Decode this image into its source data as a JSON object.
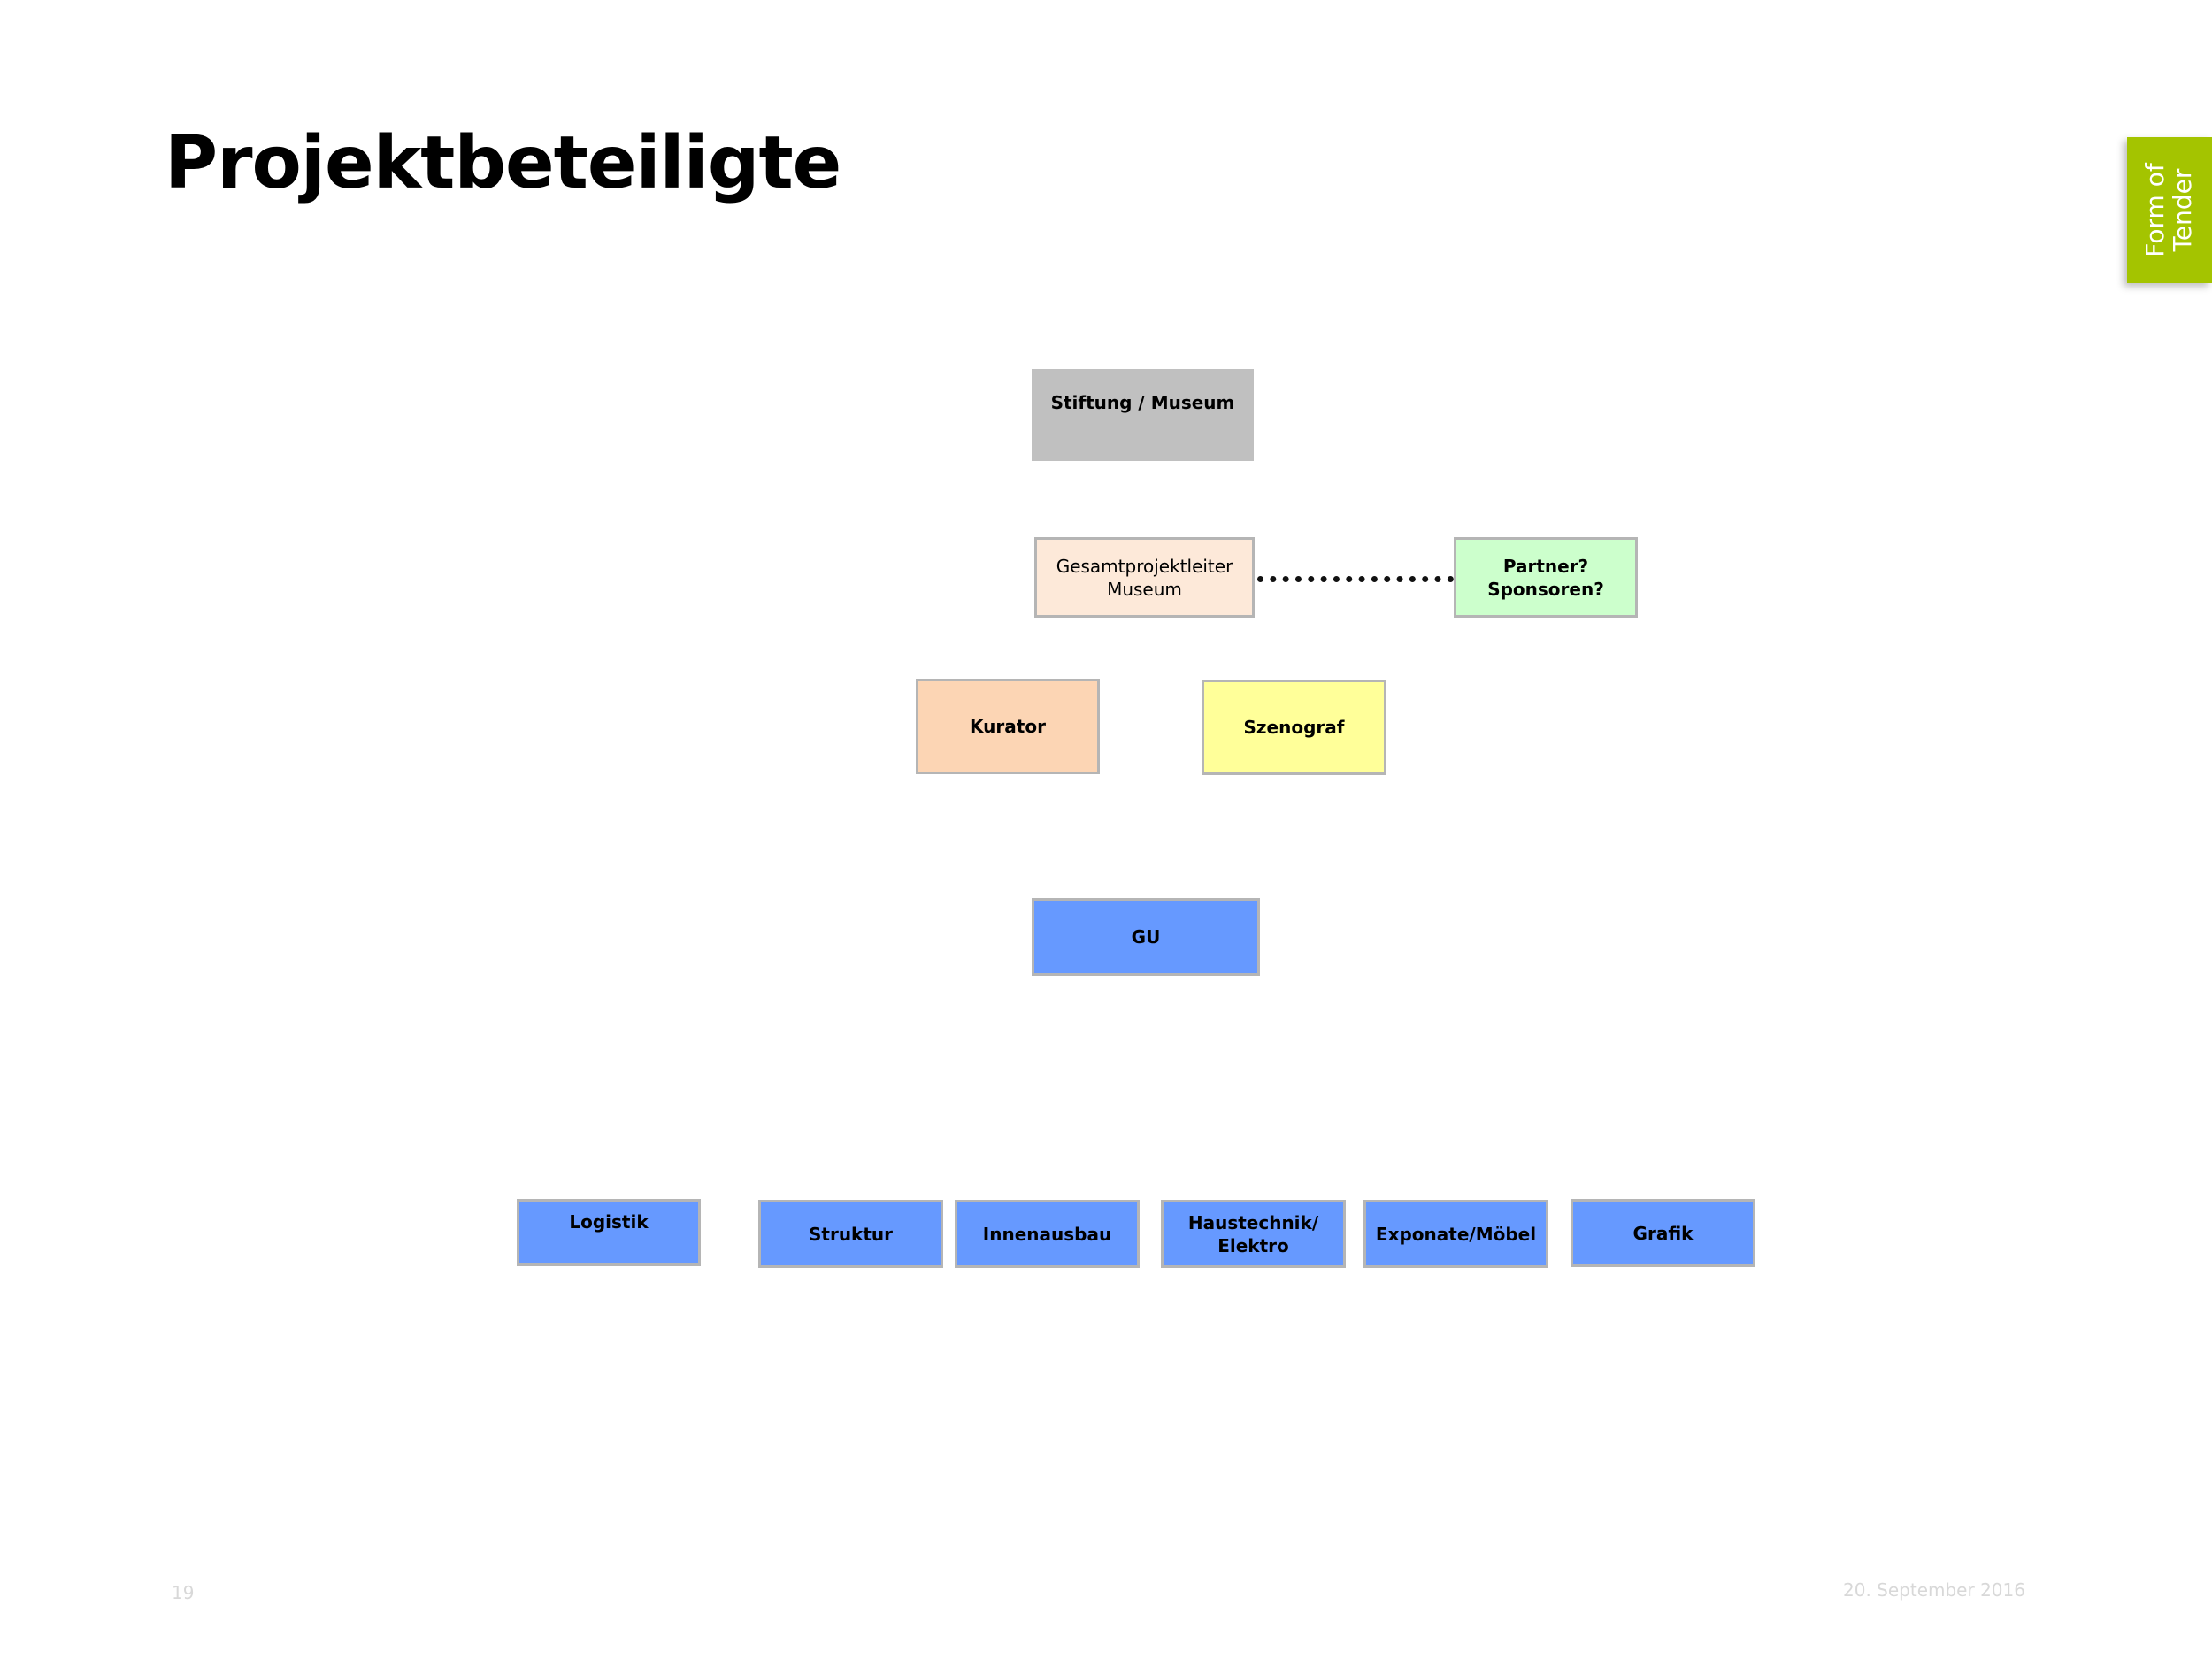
{
  "slide": {
    "title": "Projektbeteiligte",
    "tab_line1": "Form of",
    "tab_line2": "Tender",
    "page_number": "19",
    "date": "20. September 2016"
  },
  "nodes": {
    "stiftung": "Stiftung  / Museum",
    "gesamtprojektleiter": "Gesamtprojektleiter\nMuseum",
    "partner": "Partner?\nSponsoren?",
    "kurator": "Kurator",
    "szenograf": "Szenograf",
    "gu": "GU",
    "logistik": "Logistik",
    "struktur": "Struktur",
    "innenausbau": "Innenausbau",
    "haustechnik": "Haustechnik/\nElektro",
    "exponate": "Exponate/Möbel",
    "grafik": "Grafik"
  },
  "colors": {
    "tab": "#a4c400",
    "stiftung": "#c0c0c0",
    "gesamtprojektleiter": "#fde9d9",
    "partner": "#ccffcc",
    "kurator": "#fcd5b4",
    "szenograf": "#ffff99",
    "trade_boxes": "#6699ff"
  }
}
